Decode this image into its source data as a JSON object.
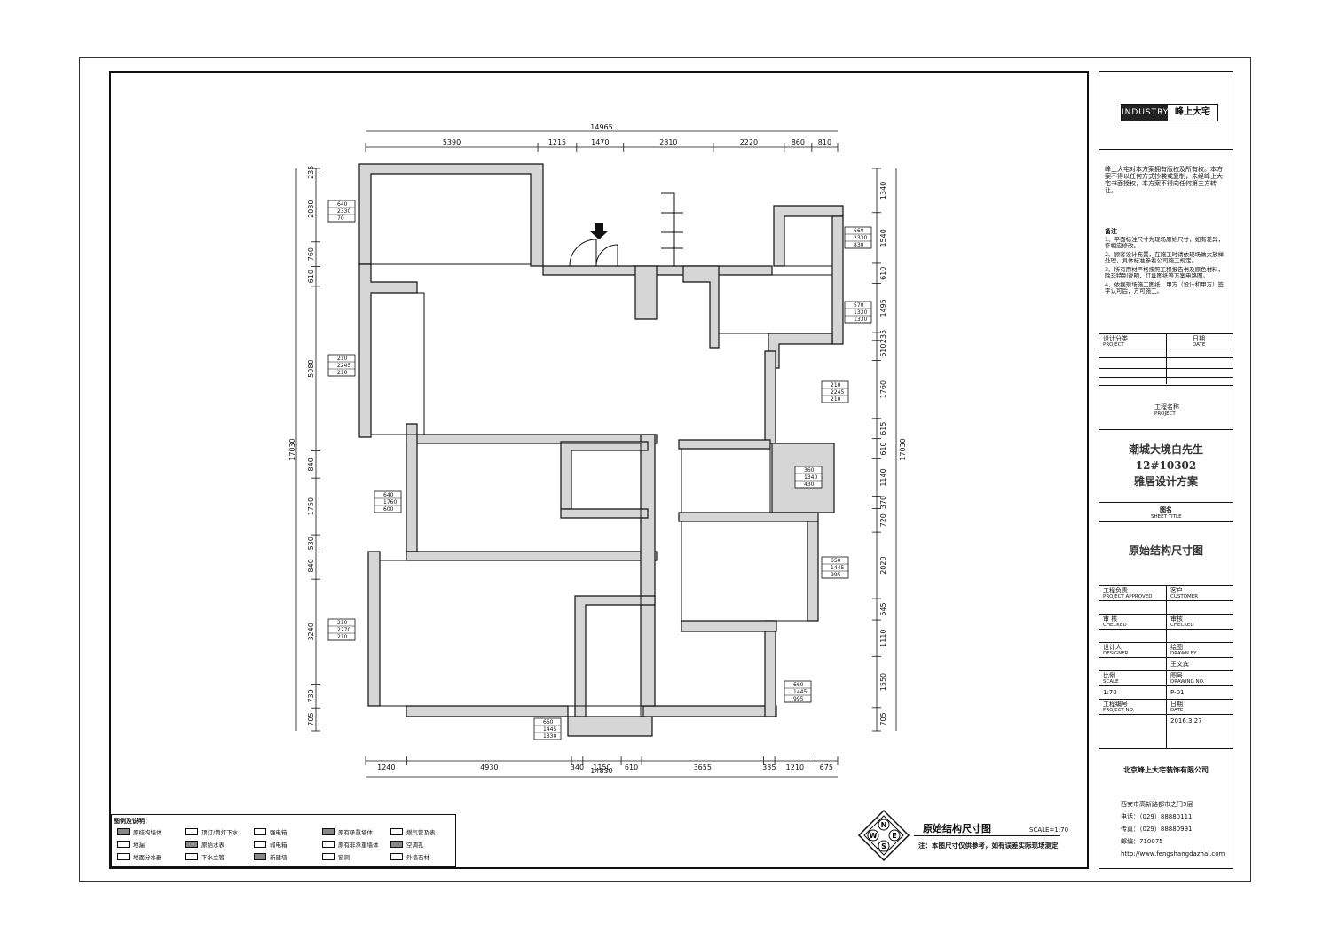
{
  "title_block": {
    "logo_left": "INDUSTRY",
    "logo_right": "峰上大宅",
    "copyright": "峰上大宅对本方案拥有版权及所有权。本方案不得以任何方式抄袭或复制，未经峰上大宅书面授权，本方案不得向任何第三方转让。",
    "notes_title": "备注",
    "notes": [
      "1、平面标注尺寸为现场原始尺寸，如有差异，作相应修改。",
      "2、顾客设计布置，在施工时请依现场做大放样处理，具体标准参看公司施工规定。",
      "3、所有用材严格按照工程报告书及原色材料，除非特别说明，灯具图纸等方案电路图。",
      "4、依据现场施工图纸，甲方（设计和甲方）签字认可后，方可施工。"
    ],
    "design_label": "设计分类",
    "design_label_en": "PROJECT",
    "date_label": "日期",
    "date_label_en": "DATE",
    "project_name_label": "工程名称",
    "project_name_label_en": "PROJECT",
    "project_lines": [
      "潮城大境白先生",
      "12#10302",
      "雅居设计方案"
    ],
    "sheet_title_label": "图名",
    "sheet_title_label_en": "SHEET TITLE",
    "sheet_title": "原始结构尺寸图",
    "approved_label": "工程负责",
    "approved_label_en": "PROJECT APPROVED",
    "customer_label": "客户",
    "customer_label_en": "CUSTOMER",
    "checked_label": "审 核",
    "checked_label_en": "CHECKED",
    "checked_label2": "审核",
    "checked_label2_en": "CHECKED",
    "designer_label": "设计人",
    "designer_label_en": "DESIGNER",
    "drawn_label": "绘图",
    "drawn_label_en": "DRAWN BY",
    "drawn_name": "王文宾",
    "scale_label": "比例",
    "scale_label_en": "SCALE",
    "drawing_no_label": "图号",
    "drawing_no_label_en": "DRAWING NO.",
    "scale_value": "1:70",
    "drawing_no_value": "P-01",
    "project_no_label": "工程编号",
    "project_no_label_en": "PROJECT NO.",
    "date_label2": "日期",
    "date_label2_en": "DATE",
    "date_value": "2016.3.27",
    "company": "北京峰上大宅装饰有限公司",
    "address": "西安市高新路都市之门5层",
    "phone": "电话：（029）88880111",
    "fax": "传真：（029）88880991",
    "postcode": "邮编：710075",
    "website": "http://www.fengshangdazhai.com"
  },
  "plan": {
    "title": "原始结构尺寸图",
    "scale": "SCALE=1:70",
    "note": "注：本图尺寸仅供参考，如有误差实际现场测定",
    "compass": [
      "N",
      "W",
      "E",
      "S"
    ],
    "dims_top_total": "14965",
    "dims_top": [
      "5390",
      "1215",
      "1470",
      "2810",
      "2220",
      "860",
      "810"
    ],
    "dims_bottom_total": "14830",
    "dims_bottom": [
      "1240",
      "4930",
      "340",
      "1150",
      "610",
      "3655",
      "335",
      "1210",
      "675"
    ],
    "dims_left_total": "17030",
    "dims_left": [
      "235",
      "2030",
      "760",
      "610",
      "5080",
      "840",
      "1750",
      "530",
      "840",
      "3240",
      "730",
      "705"
    ],
    "dims_right_total": "17030",
    "dims_right": [
      "1340",
      "1540",
      "610",
      "1495",
      "235",
      "610",
      "1760",
      "615",
      "610",
      "1140",
      "370",
      "720",
      "2020",
      "645",
      "1110",
      "1550",
      "705"
    ],
    "tags": [
      [
        "640",
        "2330",
        "70"
      ],
      [
        "210",
        "2245",
        "210"
      ],
      [
        "640",
        "1760",
        "600"
      ],
      [
        "210",
        "2270",
        "210"
      ],
      [
        "660",
        "2330",
        "830"
      ],
      [
        "570",
        "1330",
        "1330"
      ],
      [
        "210",
        "2245",
        "210"
      ],
      [
        "360",
        "1340",
        "430"
      ],
      [
        "650",
        "1445",
        "995"
      ],
      [
        "660",
        "1445",
        "995"
      ],
      [
        "660",
        "1445",
        "1330"
      ]
    ]
  },
  "legend": {
    "title": "图例及说明：",
    "items": [
      "原结构墙体",
      "顶灯/筒灯下水",
      "强电箱",
      "原有承重墙体",
      "燃气管及表",
      "地漏",
      "原始水表",
      "弱电箱",
      "原有非承重墙体",
      "空调孔",
      "地面分水器",
      "下水立管",
      "新建墙",
      "窗洞",
      "外墙石材"
    ]
  }
}
